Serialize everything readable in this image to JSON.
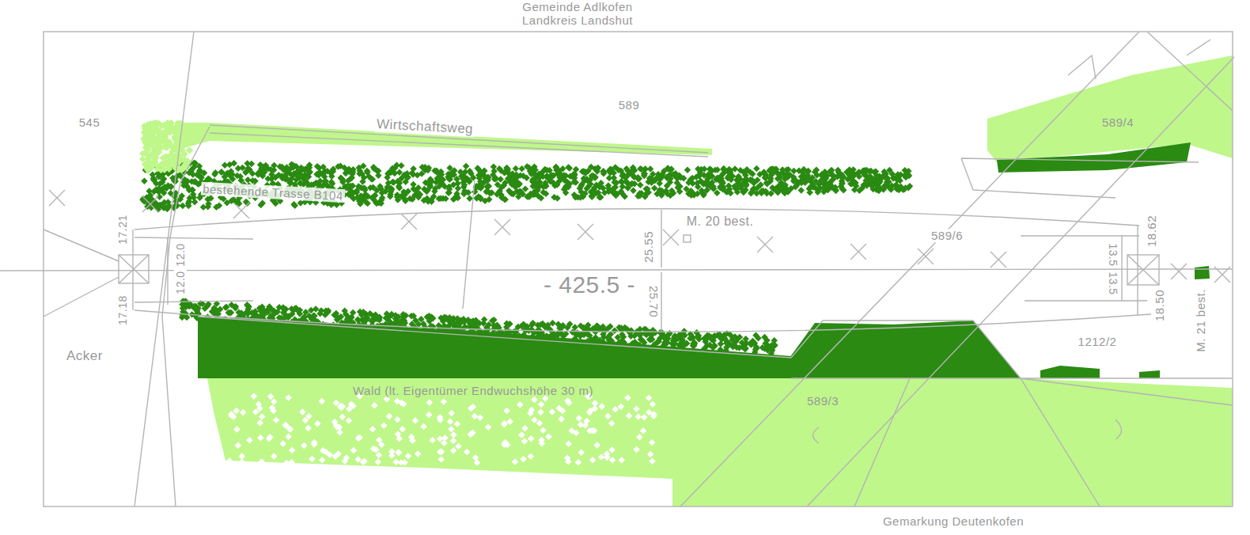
{
  "diagram": {
    "labels": [
      "Gemeinde Adlkofen",
      "Landkreis Landshut",
      "545",
      "589",
      "Wirtschaftsweg",
      "bestehende Trasse B104",
      "17.21",
      "12.0",
      "M. 20 best.",
      "25.55",
      "589/6",
      "18.62",
      "13.5",
      "- 425.5 -",
      "12.0",
      "17.18",
      "25.70",
      "13.5",
      "18.50",
      "M. 21 best.",
      "589/4",
      "Acker",
      "1212/2",
      "Wald (lt. Eigentümer Endwuchshöhe 30 m)",
      "589/3",
      "Gemarkung Deutenkofen"
    ]
  }
}
